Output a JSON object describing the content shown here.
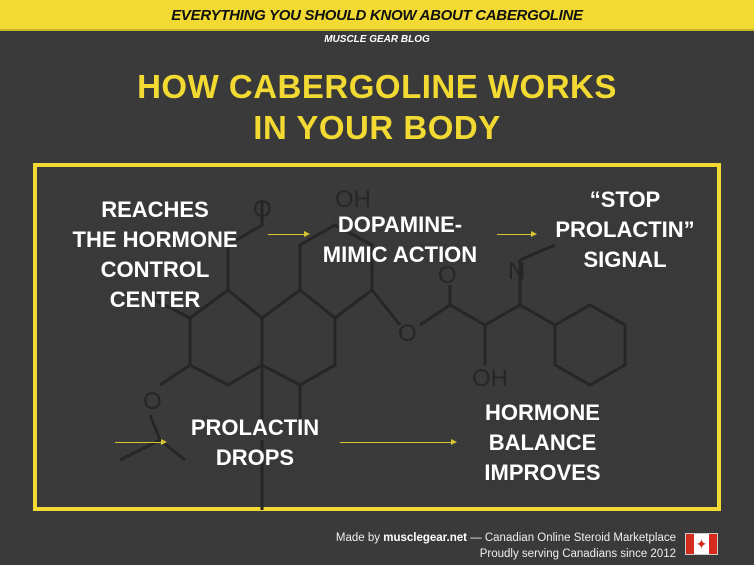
{
  "banner": "EVERYTHING YOU SHOULD KNOW ABOUT CABERGOLINE",
  "blog": "MUSCLE GEAR BLOG",
  "title": {
    "line1": "HOW CABERGOLINE WORKS",
    "line2": "IN YOUR BODY"
  },
  "steps": [
    {
      "lines": [
        "REACHES",
        "THE HORMONE",
        "CONTROL CENTER"
      ]
    },
    {
      "lines": [
        "DOPAMINE-",
        "MIMIC ACTION"
      ]
    },
    {
      "lines": [
        "“STOP",
        "PROLACTIN”",
        "SIGNAL"
      ]
    },
    {
      "lines": [
        "PROLACTIN",
        "DROPS"
      ]
    },
    {
      "lines": [
        "HORMONE",
        "BALANCE",
        "IMPROVES"
      ]
    }
  ],
  "molecule_atoms": [
    "O",
    "OH",
    "O",
    "N",
    "O",
    "OH",
    "O"
  ],
  "footer": {
    "prefix": "Made by ",
    "site": "musclegear.net",
    "suffix": " — Canadian Online Steroid Marketplace",
    "line2": "Proudly serving Canadians since 2012"
  },
  "colors": {
    "accent": "#f2da32",
    "background": "#3a3a3a",
    "flag_red": "#d52b1e"
  }
}
